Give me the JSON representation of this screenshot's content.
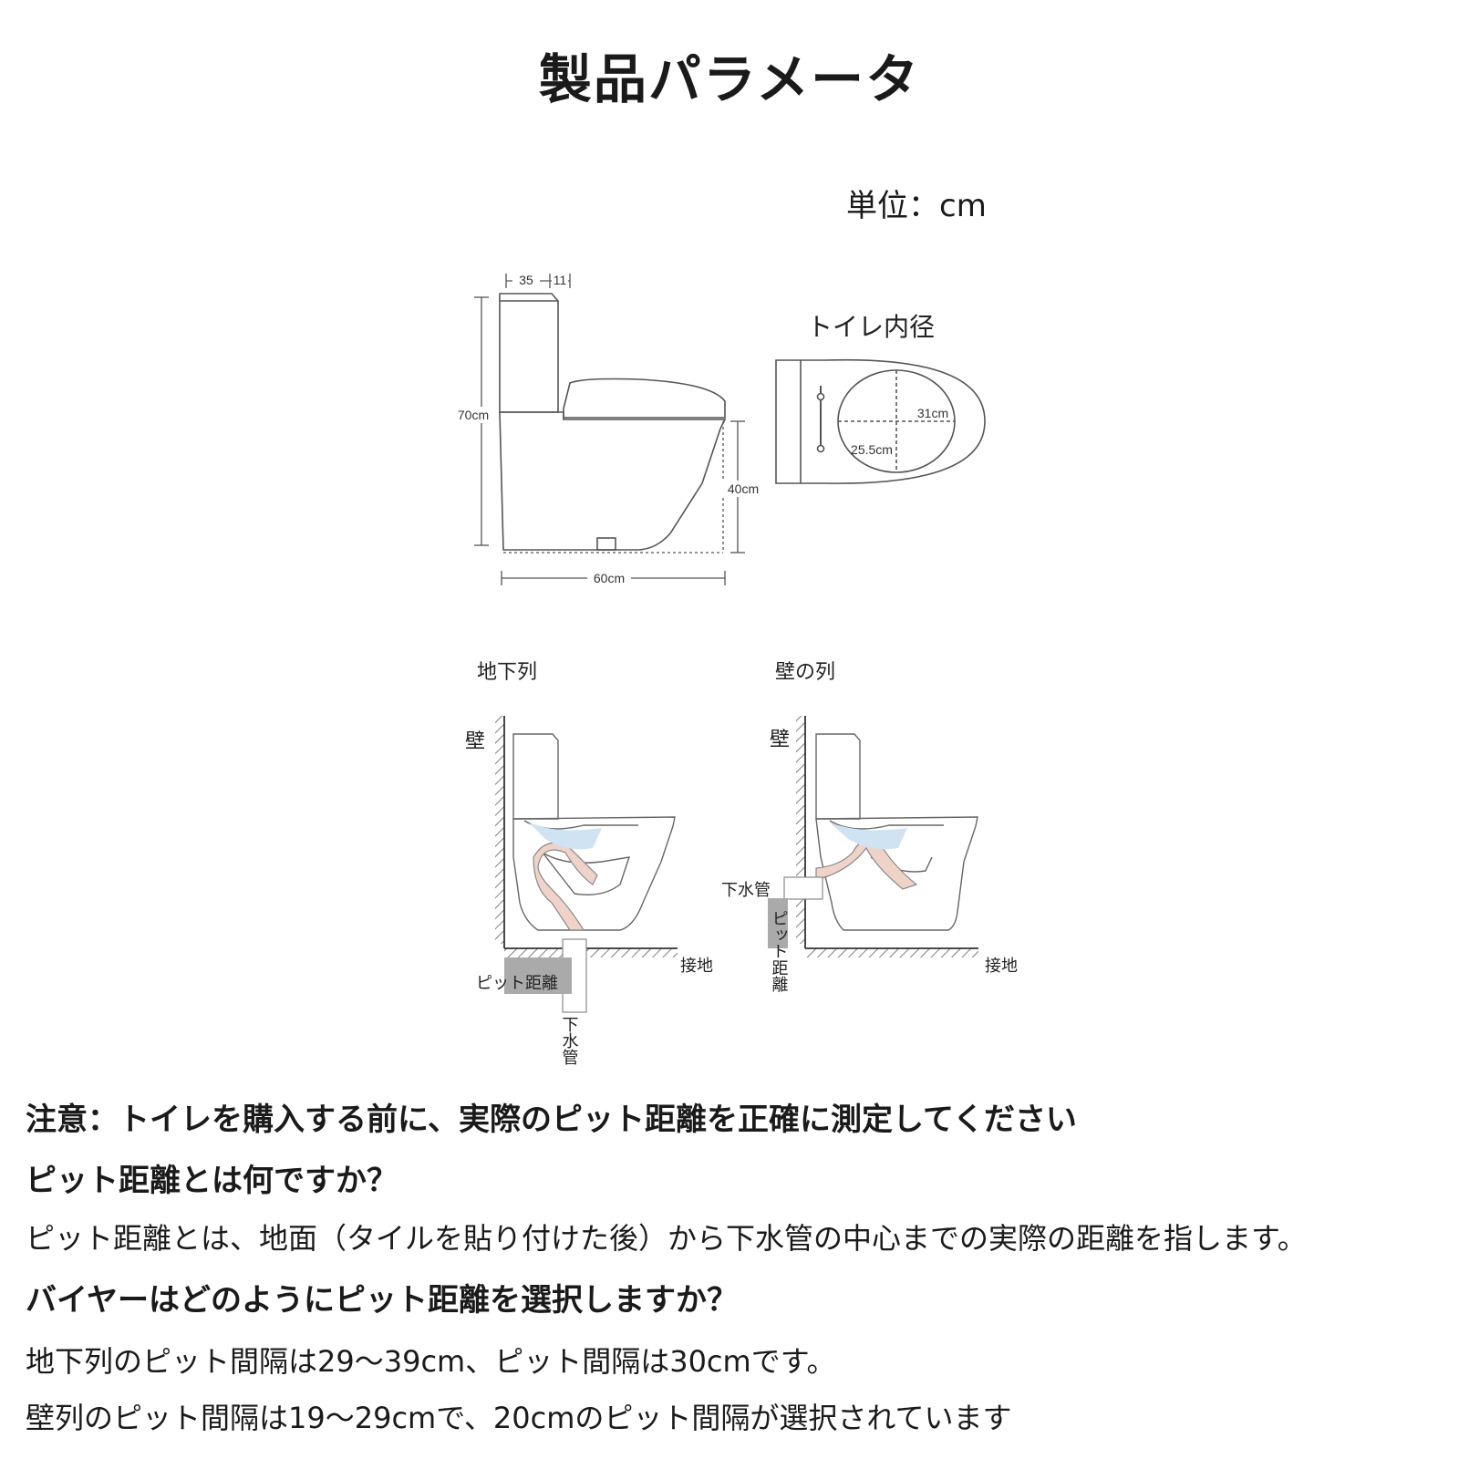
{
  "title": "製品パラメータ",
  "unit_label": "単位：cm",
  "dimensions": {
    "top_left": "35",
    "top_right": "11",
    "height": "70cm",
    "seat_height": "40cm",
    "length": "60cm",
    "bowl_title": "トイレ内径",
    "bowl_width": "31cm",
    "bowl_length": "25.5cm"
  },
  "install": {
    "floor": {
      "title": "地下列",
      "wall": "壁",
      "ground": "接地",
      "pit_distance": "ピット距離",
      "drain": "下水管"
    },
    "wall": {
      "title": "壁の列",
      "wall": "壁",
      "ground": "接地",
      "pit_distance": "ピット距離",
      "drain": "下水管"
    }
  },
  "notes": {
    "caution": "注意：トイレを購入する前に、実際のピット距離を正確に測定してください",
    "q1": "ピット距離とは何ですか？",
    "a1": "ピット距離とは、地面（タイルを貼り付けた後）から下水管の中心までの実際の距離を指します。",
    "q2": "バイヤーはどのようにピット距離を選択しますか？",
    "a2_1": "地下列のピット間隔は29〜39cm、ピット間隔は30cmです。",
    "a2_2": "壁列のピット間隔は19〜29cmで、20cmのピット間隔が選択されています"
  }
}
